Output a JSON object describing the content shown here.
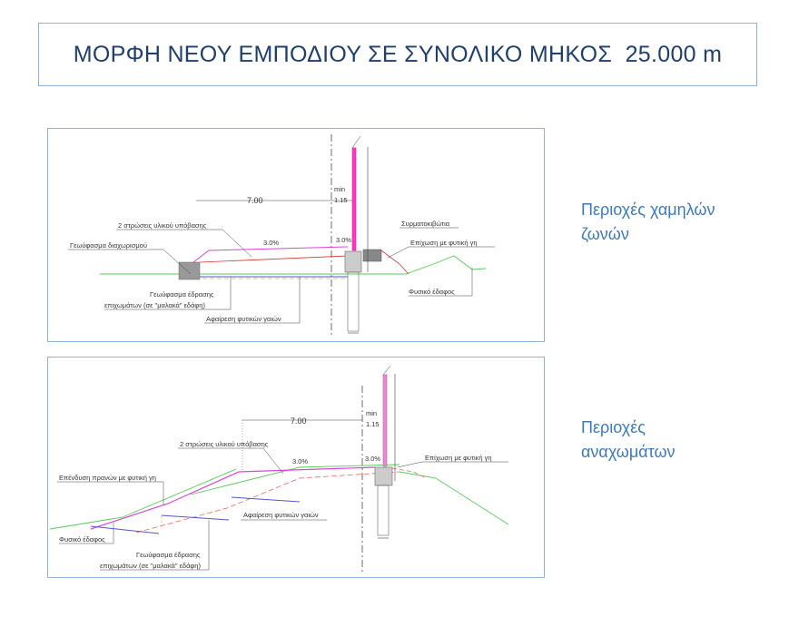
{
  "title": "ΜΟΡΦΗ ΝΕΟΥ ΕΜΠΟΔΙΟΥ ΣΕ ΣΥΝΟΛΙΚΟ ΜΗΚΟΣ  25.000 m",
  "colors": {
    "title": "#1f3f6e",
    "side_label": "#3a7ac0",
    "border": "#8fb3d9"
  },
  "section1": {
    "side_label_line1": "Περιοχές χαμηλών",
    "side_label_line2": "ζωνών",
    "dim_width": "7.00",
    "dim_min": "min",
    "dim_min_value": "1.15",
    "slope1": "3.0%",
    "slope2": "3.0%",
    "labels": {
      "subbase": "2 στρώσεις υλικού υπόβασης",
      "separation_geotextile": "Γεωύφασμα διαχωρισμού",
      "gabions": "Συρματοκιβώτια",
      "topsoil_fill": "Επίχωση με φυτική γη",
      "natural_ground": "Φυσικό έδαφος",
      "foundation_geotextile_1": "Γεωύφασμα έδρασης",
      "foundation_geotextile_2": "επιχωμάτων (σε \"μαλακά\" εδάφη)",
      "topsoil_removal": "Αφαίρεση φυτικών γαιών"
    }
  },
  "section2": {
    "side_label_line1": "Περιοχές",
    "side_label_line2": "αναχωμάτων",
    "dim_width": "7.00",
    "dim_min": "min",
    "dim_min_value": "1.15",
    "slope1": "3.0%",
    "slope2": "3.0%",
    "labels": {
      "subbase": "2 στρώσεις υλικού υπόβασης",
      "slope_cover": "Επένδυση πρανών με φυτική γη",
      "topsoil_fill": "Επίχωση με φυτική γη",
      "topsoil_removal": "Αφαίρεση φυτικών γαιών",
      "natural_ground": "Φυσικό έδαφος",
      "foundation_geotextile_1": "Γεωύφασμα έδρασης",
      "foundation_geotextile_2": "επιχωμάτων (σε \"μαλακά\" εδάφη)"
    }
  }
}
